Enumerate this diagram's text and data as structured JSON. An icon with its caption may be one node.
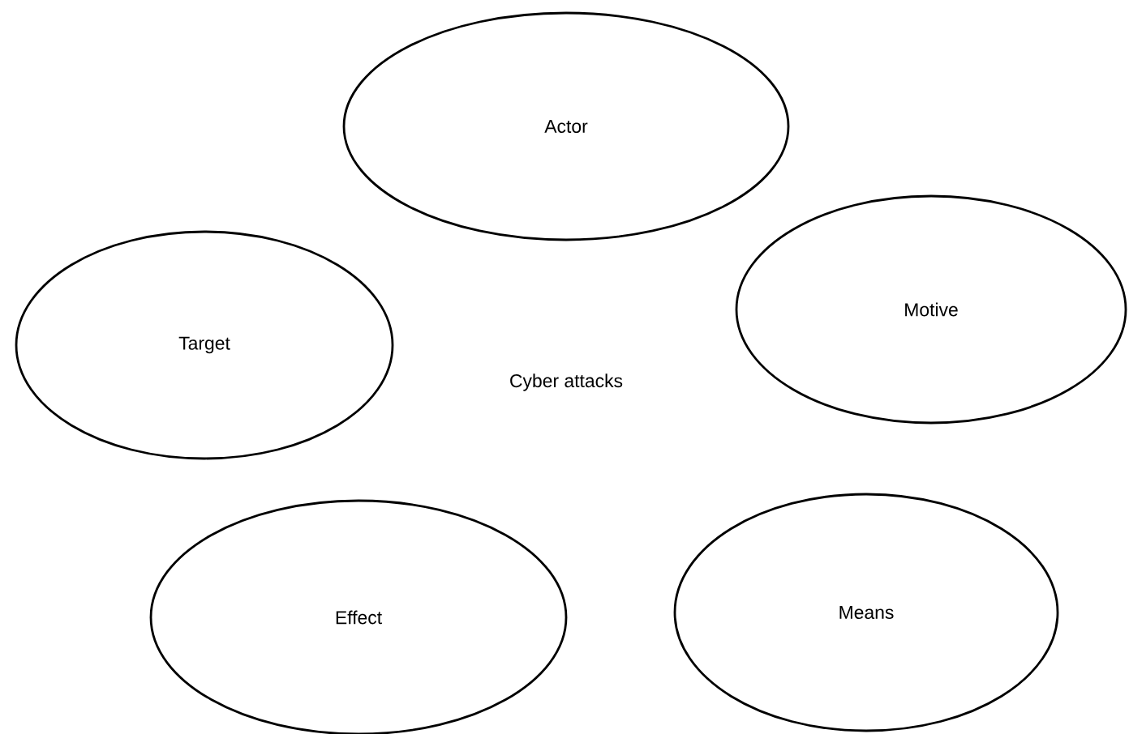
{
  "diagram": {
    "nodes": [
      {
        "text": [
          "Actor"
        ]
      },
      {
        "text": [
          "Target"
        ]
      },
      {
        "text": [
          "Motive"
        ]
      },
      {
        "text": [
          "Effect"
        ]
      },
      {
        "text": [
          "Means"
        ]
      }
    ],
    "labels": [
      "Cyber attacks"
    ]
  }
}
